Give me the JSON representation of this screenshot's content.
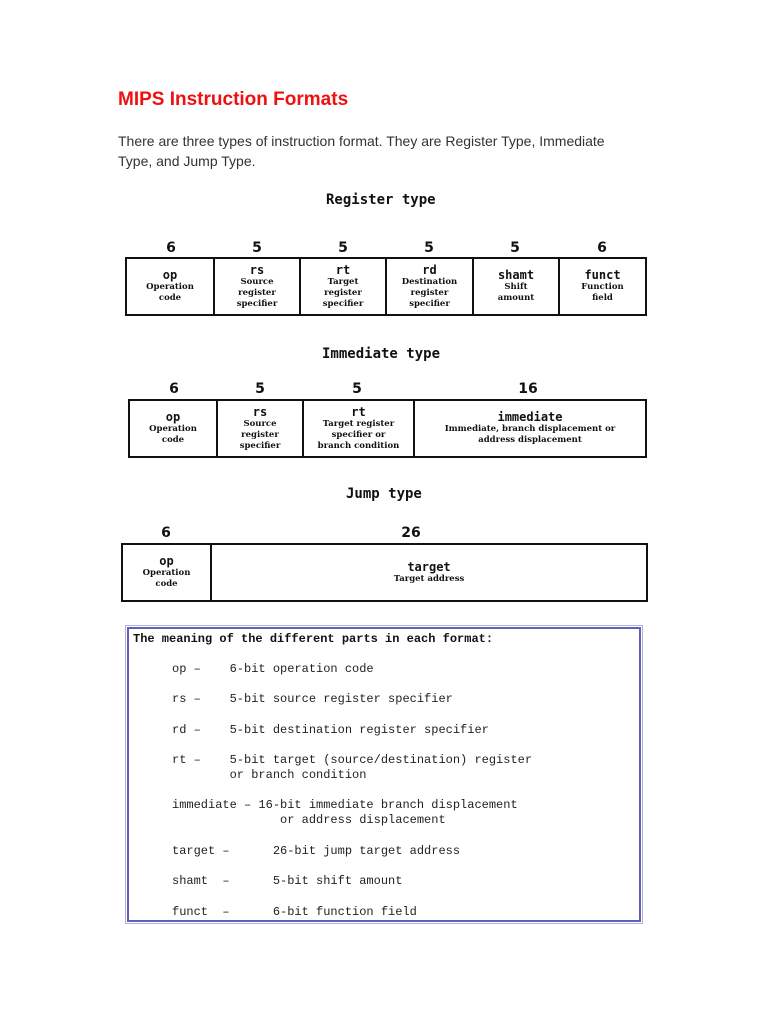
{
  "heading": "MIPS Instruction Formats",
  "intro": "There are three types of instruction format. They are Register Type, Immediate Type, and Jump Type.",
  "register": {
    "title": "Register type",
    "fields": [
      {
        "bits": "6",
        "name": "op",
        "desc": "Operation\ncode"
      },
      {
        "bits": "5",
        "name": "rs",
        "desc": "Source\nregister\nspecifier"
      },
      {
        "bits": "5",
        "name": "rt",
        "desc": "Target\nregister\nspecifier"
      },
      {
        "bits": "5",
        "name": "rd",
        "desc": "Destination\nregister\nspecifier"
      },
      {
        "bits": "5",
        "name": "shamt",
        "desc": "Shift\namount"
      },
      {
        "bits": "6",
        "name": "funct",
        "desc": "Function\nfield"
      }
    ]
  },
  "immediate": {
    "title": "Immediate type",
    "fields": [
      {
        "bits": "6",
        "name": "op",
        "desc": "Operation\ncode"
      },
      {
        "bits": "5",
        "name": "rs",
        "desc": "Source\nregister\nspecifier"
      },
      {
        "bits": "5",
        "name": "rt",
        "desc": "Target register\nspecifier or\nbranch condition"
      },
      {
        "bits": "16",
        "name": "immediate",
        "desc": "Immediate, branch displacement or\naddress displacement"
      }
    ]
  },
  "jump": {
    "title": "Jump type",
    "fields": [
      {
        "bits": "6",
        "name": "op",
        "desc": "Operation\ncode"
      },
      {
        "bits": "26",
        "name": "target",
        "desc": "Target address"
      }
    ]
  },
  "meaning": {
    "heading": "The meaning of the different parts in each format:",
    "lines": [
      "op –    6-bit operation code",
      "rs –    5-bit source register specifier",
      "rd –    5-bit destination register specifier",
      "rt –    5-bit target (source/destination) register",
      "        or branch condition",
      "immediate – 16-bit immediate branch displacement",
      "               or address displacement",
      "target –      26-bit jump target address",
      "shamt  –      5-bit shift amount",
      "funct  –      6-bit function field"
    ]
  }
}
